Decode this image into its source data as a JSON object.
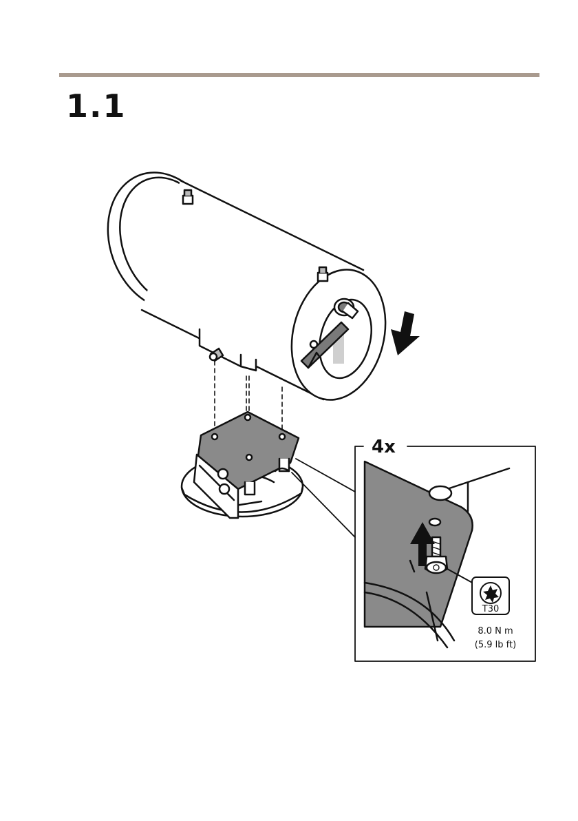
{
  "document": {
    "step_number": "1.1",
    "rule_color": "#a99a8e"
  },
  "callout": {
    "quantity": "4x",
    "tool_label": "T30",
    "torque_metric": "8.0 N m",
    "torque_imperial": "(5.9 lb ft)"
  },
  "icons": [
    "down-arrow-icon",
    "up-arrow-icon",
    "torx-t30-icon"
  ]
}
